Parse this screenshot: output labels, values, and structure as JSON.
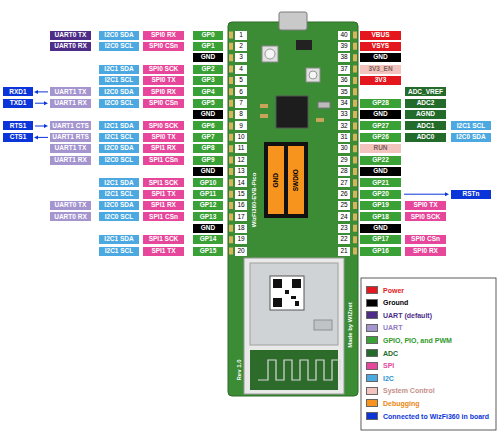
{
  "diagram": {
    "labels": [
      "1",
      "GP0",
      "SPI0 RX",
      "I2C0 SDA",
      "UART0 TX",
      "2",
      "GP1",
      "SPI0 CSn",
      "I2C0 SCL",
      "UART0 RX",
      "3",
      "GND",
      "4",
      "GP2",
      "SPI0 SCK",
      "I2C1 SDA",
      "5",
      "GP3",
      "SPI0 TX",
      "I2C1 SCL",
      "6",
      "GP4",
      "SPI0 RX",
      "I2C0 SDA",
      "UART1 TX",
      "RXD1",
      "7",
      "GP5",
      "SPI0 CSn",
      "I2C0 SCL",
      "UART1 RX",
      "TXD1",
      "8",
      "GND",
      "9",
      "GP6",
      "SPI0 SCK",
      "I2C1 SDA",
      "UART1 CTS",
      "RTS1",
      "10",
      "GP7",
      "SPI0 TX",
      "I2C1 SCL",
      "UART1 RTS",
      "CTS1",
      "11",
      "GP8",
      "SPI1 RX",
      "I2C0 SDA",
      "UART1 TX",
      "12",
      "GP9",
      "SPI1 CSn",
      "I2C0 SCL",
      "UART1 RX",
      "13",
      "GND",
      "14",
      "GP10",
      "SPI1 SCK",
      "I2C1 SDA",
      "15",
      "GP11",
      "SPI1 TX",
      "I2C1 SCL",
      "16",
      "GP12",
      "SPI1 RX",
      "I2C0 SDA",
      "UART0 TX",
      "17",
      "GP13",
      "SPI1 CSn",
      "I2C0 SCL",
      "UART0 RX",
      "18",
      "GND",
      "19",
      "GP14",
      "SPI1 SCK",
      "I2C1 SDA",
      "20",
      "GP15",
      "SPI1 TX",
      "I2C1 SCL",
      "40",
      "VBUS",
      "39",
      "VSYS",
      "38",
      "GND",
      "37",
      "3V3_EN",
      "36",
      "3V3",
      "35",
      "ADC_VREF",
      "34",
      "GP28",
      "ADC2",
      "33",
      "GND",
      "AGND",
      "32",
      "GP27",
      "ADC1",
      "I2C1 SCL",
      "31",
      "GP26",
      "ADC0",
      "I2C0 SDA",
      "30",
      "RUN",
      "29",
      "GP22",
      "28",
      "GND",
      "27",
      "GP21",
      "26",
      "GP20",
      "RSTn",
      "25",
      "GP19",
      "SPI0 TX",
      "24",
      "GP18",
      "SPI0 SCK",
      "23",
      "GND",
      "22",
      "GP17",
      "SPI0 CSn",
      "21",
      "GP16",
      "SPI0 RX",
      "WizFi360-EVB-Pico",
      "GND",
      "SWDIO",
      "Rev 1.0",
      "Made by WIZnet"
    ],
    "legend": [
      {
        "text": "Power",
        "color": "#e3171d"
      },
      {
        "text": "Ground",
        "color": "#000000"
      },
      {
        "text": "UART (default)",
        "color": "#4d2d87"
      },
      {
        "text": "UART",
        "color": "#a595cf"
      },
      {
        "text": "GPIO, PIO, and PWM",
        "color": "#3aa136"
      },
      {
        "text": "ADC",
        "color": "#226b2a"
      },
      {
        "text": "SPI",
        "color": "#e6479b"
      },
      {
        "text": "I2C",
        "color": "#4ba8e0"
      },
      {
        "text": "System Control",
        "color": "#f3c4be"
      },
      {
        "text": "Debugging",
        "color": "#f7941d"
      },
      {
        "text": "Connected to WizFi360 in board",
        "color": "#0b35d9"
      }
    ]
  }
}
